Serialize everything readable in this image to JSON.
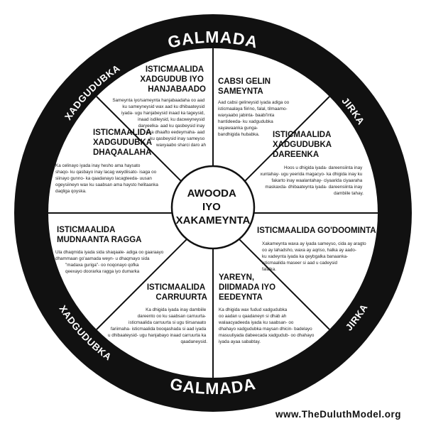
{
  "rim": {
    "top_label": "GALMADA",
    "bottom_label": "GALMADA",
    "top_left_label": "XADGUDUBKA",
    "top_right_label": "JIRKA",
    "bottom_left_label": "XADGUDUBKA",
    "bottom_right_label": "JIRKA"
  },
  "hub": {
    "lines": [
      "AWOODA",
      "IYO",
      "XAKAMEYNTA"
    ]
  },
  "segments": [
    {
      "id": "top-left",
      "title": [
        "ISTICMAALIDA",
        "XADGUDUB IYO",
        "HANJABAADO"
      ],
      "body": [
        "Sameynta iyo/sameynta hanjabaadaha oo aad",
        "ku sameyneysid wax aad ku dhibaateysid",
        "iyada- ugu hanjabeysid inaad ka tageysid,",
        "inaad isdileysid, ku dacweyneysid",
        "daryeelka- aad ku qasbeysid inay",
        "iska dhaafto eedeymaha- aad",
        "ku qasbeysid inay sameyso",
        "waxyaabo sharci daro ah"
      ]
    },
    {
      "id": "top-right",
      "title": [
        "CABSI GELIN",
        "SAMEYNTA"
      ],
      "body": [
        "Aad cabsi gelineysid iyada adiga oo",
        "isticmaalaya fiirino, falal, tilmaamo-",
        "waxyaabo jabinta- baabi'inta",
        "hantideeda- ku xadgudubka",
        "xayawaanka gunga-",
        "bandhigida hubabka."
      ]
    },
    {
      "id": "left-upper",
      "title": [
        "ISTICMAALIDA",
        "XADGUDUBKA",
        "DHAQAALAHA"
      ],
      "body": [
        "Ka celinayo iyada inay hesho ama haysato",
        "shaqo- ku qasbayo inay lacag weydiisato- isaga oo",
        "siinayo gunno- ka qaadanayo lacagteeda- uusan",
        "ogeysiineyn wax ku saabsan ama haysto helitaanka",
        "daqliga qoyska."
      ]
    },
    {
      "id": "right-upper",
      "title": [
        "ISTICMAALIDA",
        "XADGUDUBKA",
        "DAREENKA"
      ],
      "body": [
        "Hoos u dhigida iyada- dareensiinta inay",
        "xuntahay- ugu yeerida magacyo- ka dhigida inay ku",
        "fakarto inay waalantahay- ciyaarida ciyaaraha",
        "maskaxda- dhibaateynta iyada- dareensiinta inay",
        "dambiile tahay."
      ]
    },
    {
      "id": "left-lower",
      "title": [
        "ISTICMAALIDA",
        "MUDNAANTA RAGGA"
      ],
      "body": [
        "Ula dhaqmida iyada sida shaqaale- adiga oo gaaraayo",
        "dhammaan go'aamada weyn- u dhaqmayo sida",
        "\"madaxa guriga\"- oo noqonayo qofka",
        "qeexayo doorarka ragga iyo dumarka"
      ]
    },
    {
      "id": "right-lower",
      "title": [
        "ISTICMAALIDA GO'DOOMINTA"
      ],
      "body": [
        "Xakameynta waxa ay iyada sameyso, cida ay aragto",
        "oo ay lahadsho, waxa ay aqriso, halka ay aado-",
        "ku xadeynta iyada ka qeybgalka banaanka-",
        "isticmaalida maseer si aad u cadeysid",
        "falalka."
      ]
    },
    {
      "id": "bottom-left",
      "title": [
        "ISTICMAALIDA",
        "CARRUURTA"
      ],
      "body": [
        "Ka dhigida iyada inay dambiile",
        "dareento oo ku saabsan carruurta-",
        "isticmaalida carruurta si ugu tiirsanaato",
        "fariimaha- isticmaalida booqashada si aad iyada",
        "u dhibaateysid- ugu hanjabayo inaad carruurta ka",
        "qaadaneysid."
      ]
    },
    {
      "id": "bottom-right",
      "title": [
        "YAREYN,",
        "DIIDMADA IYO",
        "EEDEYNTA"
      ],
      "body": [
        "Ka dhigida wax fudud xadgudubka",
        "oo aadan u qaadaneyn si dhab ah",
        "walaacyadeeda iyada ku saabsan- oo",
        "dhahayo xadgudubka maysan dhicin- badelayo",
        "masuuliyada dabeecada xadgudub- oo dhahayo",
        "iyada ayaa sababtay."
      ]
    }
  ],
  "footer": {
    "credit": "www.TheDuluthModel.org"
  }
}
